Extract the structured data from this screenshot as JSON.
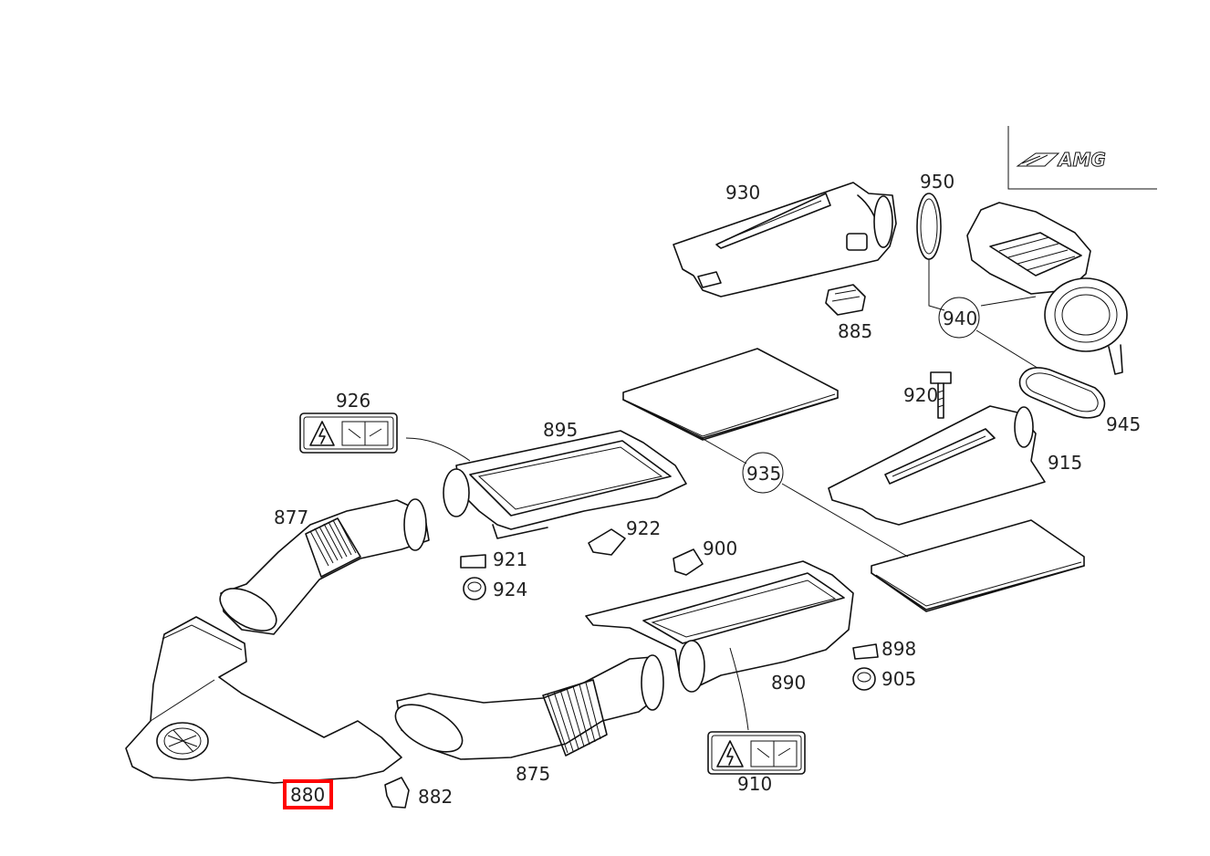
{
  "logo": {
    "text": "AMG"
  },
  "labels": {
    "p930": "930",
    "p950": "950",
    "p885": "885",
    "p940": "940",
    "p926": "926",
    "p895": "895",
    "p920": "920",
    "p945": "945",
    "p935": "935",
    "p915": "915",
    "p877": "877",
    "p922": "922",
    "p921": "921",
    "p900": "900",
    "p924": "924",
    "p898": "898",
    "p905": "905",
    "p890": "890",
    "p875": "875",
    "p910": "910",
    "p880": "880",
    "p882": "882"
  },
  "highlight": {
    "part": "880",
    "color": "#ff0000"
  }
}
